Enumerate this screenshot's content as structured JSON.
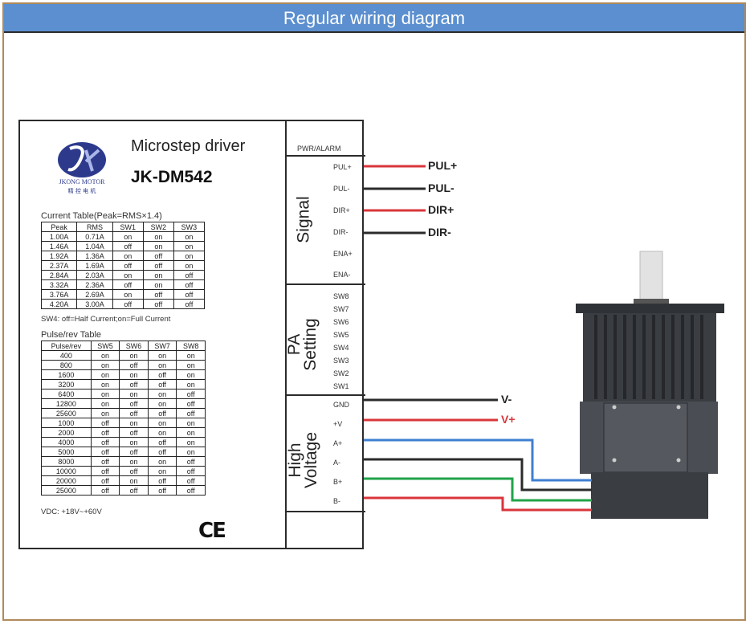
{
  "banner": {
    "title": "Regular wiring diagram"
  },
  "driver": {
    "title": "Microstep driver",
    "model": "JK-DM542",
    "logo_text": "JKONG MOTOR",
    "current_table": {
      "title": "Current Table(Peak=RMS×1.4)",
      "headers": [
        "Peak",
        "RMS",
        "SW1",
        "SW2",
        "SW3"
      ],
      "rows": [
        [
          "1.00A",
          "0.71A",
          "on",
          "on",
          "on"
        ],
        [
          "1.46A",
          "1.04A",
          "off",
          "on",
          "on"
        ],
        [
          "1.92A",
          "1.36A",
          "on",
          "off",
          "on"
        ],
        [
          "2.37A",
          "1.69A",
          "off",
          "off",
          "on"
        ],
        [
          "2.84A",
          "2.03A",
          "on",
          "on",
          "off"
        ],
        [
          "3.32A",
          "2.36A",
          "off",
          "on",
          "off"
        ],
        [
          "3.76A",
          "2.69A",
          "on",
          "off",
          "off"
        ],
        [
          "4.20A",
          "3.00A",
          "off",
          "off",
          "off"
        ]
      ],
      "note": "SW4: off=Half Current;on=Full Current"
    },
    "pulse_table": {
      "title": "Pulse/rev Table",
      "headers": [
        "Pulse/rev",
        "SW5",
        "SW6",
        "SW7",
        "SW8"
      ],
      "rows": [
        [
          "400",
          "on",
          "on",
          "on",
          "on"
        ],
        [
          "800",
          "on",
          "off",
          "on",
          "on"
        ],
        [
          "1600",
          "on",
          "on",
          "off",
          "on"
        ],
        [
          "3200",
          "on",
          "off",
          "off",
          "on"
        ],
        [
          "6400",
          "on",
          "on",
          "on",
          "off"
        ],
        [
          "12800",
          "on",
          "off",
          "on",
          "off"
        ],
        [
          "25600",
          "on",
          "off",
          "off",
          "off"
        ],
        [
          "1000",
          "off",
          "on",
          "on",
          "on"
        ],
        [
          "2000",
          "off",
          "off",
          "on",
          "on"
        ],
        [
          "4000",
          "off",
          "on",
          "off",
          "on"
        ],
        [
          "5000",
          "off",
          "off",
          "off",
          "on"
        ],
        [
          "8000",
          "off",
          "on",
          "on",
          "off"
        ],
        [
          "10000",
          "off",
          "off",
          "on",
          "off"
        ],
        [
          "20000",
          "off",
          "on",
          "off",
          "off"
        ],
        [
          "25000",
          "off",
          "off",
          "off",
          "off"
        ]
      ],
      "note": "VDC: +18V~+60V"
    },
    "ce_mark": "CE",
    "pwr_alarm": "PWR/ALARM",
    "groups": {
      "signal": "Signal",
      "pa_setting_1": "PA",
      "pa_setting_2": "Setting",
      "high_voltage_1": "High",
      "high_voltage_2": "Voltage"
    },
    "signal_ports": [
      "PUL+",
      "PUL-",
      "DIR+",
      "DIR-",
      "ENA+",
      "ENA-"
    ],
    "sw_ports": [
      "SW8",
      "SW7",
      "SW6",
      "SW5",
      "SW4",
      "SW3",
      "SW2",
      "SW1"
    ],
    "hv_ports": [
      "GND",
      "+V",
      "A+",
      "A-",
      "B+",
      "B-"
    ]
  },
  "connections": {
    "pul_plus": "PUL+",
    "pul_minus": "PUL-",
    "dir_plus": "DIR+",
    "dir_minus": "DIR-",
    "v_minus": "V-",
    "v_plus": "V+"
  },
  "colors": {
    "banner": "#5b8fcf",
    "red_wire": "#d9363b",
    "black_wire": "#2b2b2b",
    "blue_wire": "#3f7fd0",
    "green_wire": "#21a34a",
    "motor_body": "#3a3d42",
    "frame_border": "#b08a5a"
  }
}
